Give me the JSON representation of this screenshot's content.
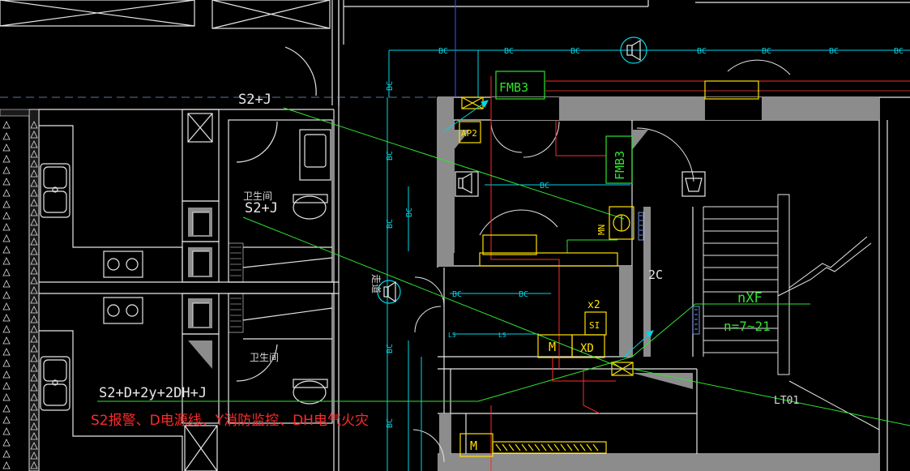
{
  "drawing": {
    "colors": {
      "background": "#000000",
      "wall": "#e6e6e6",
      "wall_fill": "#8c8c8c",
      "cable_bc": "#00d6e6",
      "green_wire": "#2fe22f",
      "yellow_equipment": "#ffe000",
      "red_wire": "#ff2a2a",
      "note": "#ff2a2a"
    },
    "wire_labels": {
      "s2_j_top": "S2+J",
      "s2_j_mid": "S2+J",
      "s2_d_2y_2dh_j": "S2+D+2y+2DH+J"
    },
    "room_labels": {
      "bathroom_upper": "卫生间",
      "bathroom_lower": "卫生间",
      "corridor": "走道"
    },
    "cable_tag": "BC",
    "ls_tag": "LS",
    "equipment": {
      "fmb3_top": "FMB3",
      "fmb3_mid": "FMB3",
      "ap2": "AP2",
      "mn": "MN",
      "m_upper": "M",
      "m_lower": "M",
      "xd": "XD",
      "si": "SI",
      "x2": "x2",
      "two_c": "2C"
    },
    "stair": {
      "nxf": "nXF",
      "n_range": "n=7~21",
      "lt": "LT01"
    },
    "note": "S2报警、D电源线、Y消防监控、DH电气火灾"
  }
}
